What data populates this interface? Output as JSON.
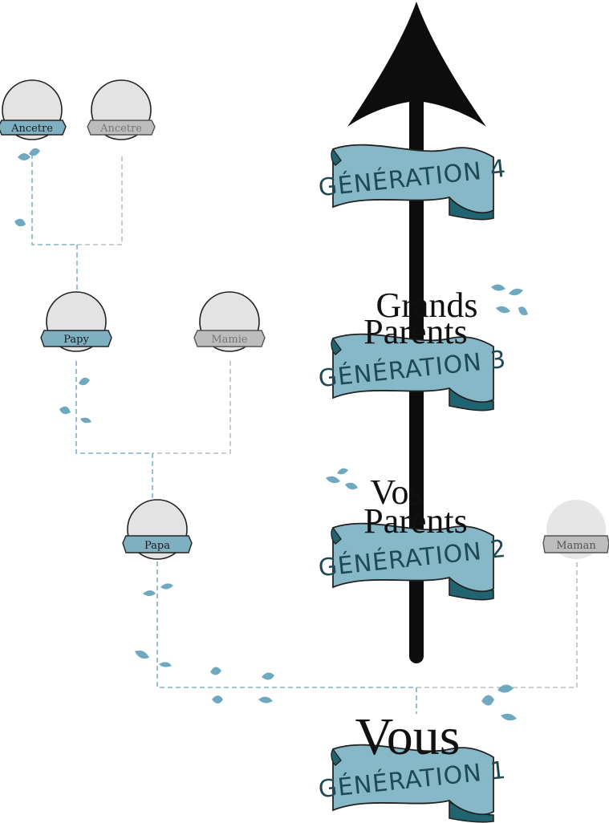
{
  "colors": {
    "active": "#7fb0c2",
    "active_dark": "#1e5f6d",
    "inactive": "#bdbdbd",
    "leaf": "#6fa9bf",
    "arrow": "#0d0d0d",
    "banner_light": "#86b8c8",
    "banner_dark": "#1f6470"
  },
  "people": {
    "ancetre_left": "Ancetre",
    "ancetre_right": "Ancetre",
    "papy": "Papy",
    "mamie": "Mamie",
    "papa": "Papa",
    "maman": "Maman"
  },
  "generations": {
    "gen4": "GÉNÉRATION 4",
    "gen3": "GÉNÉRATION 3",
    "gen2": "GÉNÉRATION 2",
    "gen1": "GÉNÉRATION 1"
  },
  "titles": {
    "grands": "Grands",
    "parents_3": "Parents",
    "vos": "Vos",
    "parents_2": "Parents",
    "vous": "Vous"
  }
}
